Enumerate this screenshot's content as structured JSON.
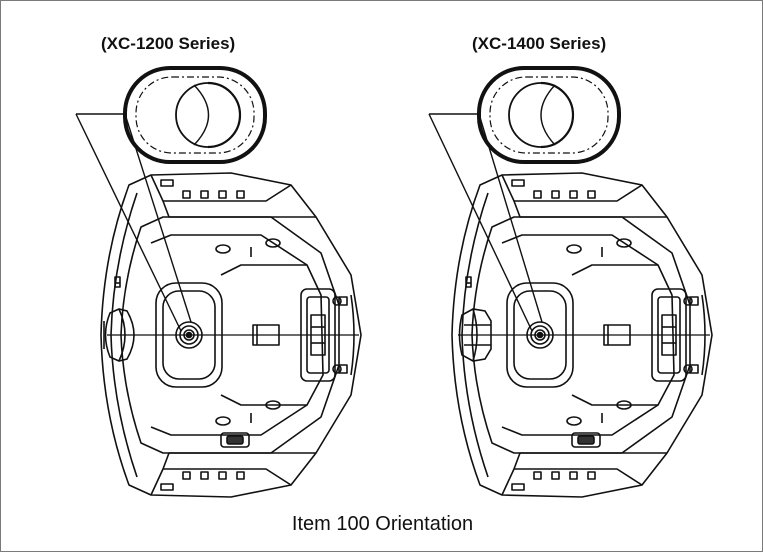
{
  "figure": {
    "left_label": "(XC-1200 Series)",
    "right_label": "(XC-1400 Series)",
    "caption": "Item 100 Orientation"
  }
}
